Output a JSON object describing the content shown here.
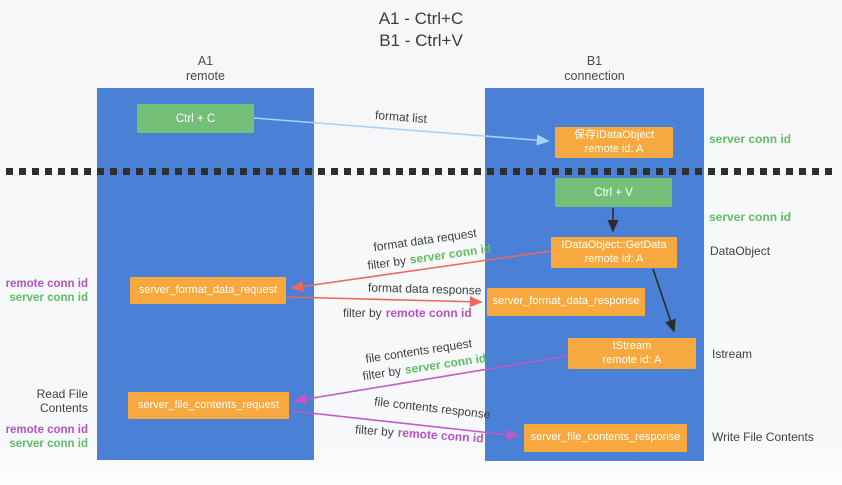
{
  "title": {
    "line1": "A1 - Ctrl+C",
    "line2": "B1 - Ctrl+V"
  },
  "lanes": {
    "a1": {
      "name": "A1",
      "role": "remote"
    },
    "b1": {
      "name": "B1",
      "role": "connection"
    }
  },
  "nodes": {
    "ctrl_c": {
      "label": "Ctrl + C"
    },
    "ctrl_v": {
      "label": "Ctrl + V"
    },
    "save_idataobject": {
      "line1": "保存IDataObject",
      "line2": "remote id: A"
    },
    "getdata": {
      "line1": "IDataObject::GetData",
      "line2": "remote id: A"
    },
    "istream": {
      "line1": "IStream",
      "line2": "remote id: A"
    },
    "format_request": {
      "label": "server_format_data_request"
    },
    "format_response": {
      "label": "server_format_data_response"
    },
    "file_request": {
      "label": "server_file_contents_request"
    },
    "file_response": {
      "label": "server_file_contents_response"
    }
  },
  "flow_labels": {
    "format_list": "format list",
    "format_data_request": "format data request",
    "format_data_response": "format data response",
    "file_contents_request": "file contents request",
    "file_contents_response": "file contents response",
    "filter_by": "filter by",
    "server_conn_id": "server conn id",
    "remote_conn_id": "remote conn id"
  },
  "side_labels": {
    "right_server_conn_id_top": "server conn id",
    "right_server_conn_id_mid": "server conn id",
    "data_object": "DataObject",
    "istream": "Istream",
    "write_file_contents": "Write File Contents",
    "left_remote_conn_id_1": "remote conn id",
    "left_server_conn_id_1": "server conn id",
    "read_file_contents": "Read File Contents",
    "left_remote_conn_id_2": "remote conn id",
    "left_server_conn_id_2": "server conn id"
  },
  "colors": {
    "lane_blue": "#4a80d5",
    "node_green": "#74c078",
    "node_orange": "#f7a83e",
    "text_green": "#5fbd64",
    "text_purple": "#b553c3",
    "arrow_red": "#ec685e",
    "arrow_magenta": "#c457c9",
    "arrow_light_blue": "#a6d4f4",
    "arrow_black": "#2b2b2b"
  }
}
